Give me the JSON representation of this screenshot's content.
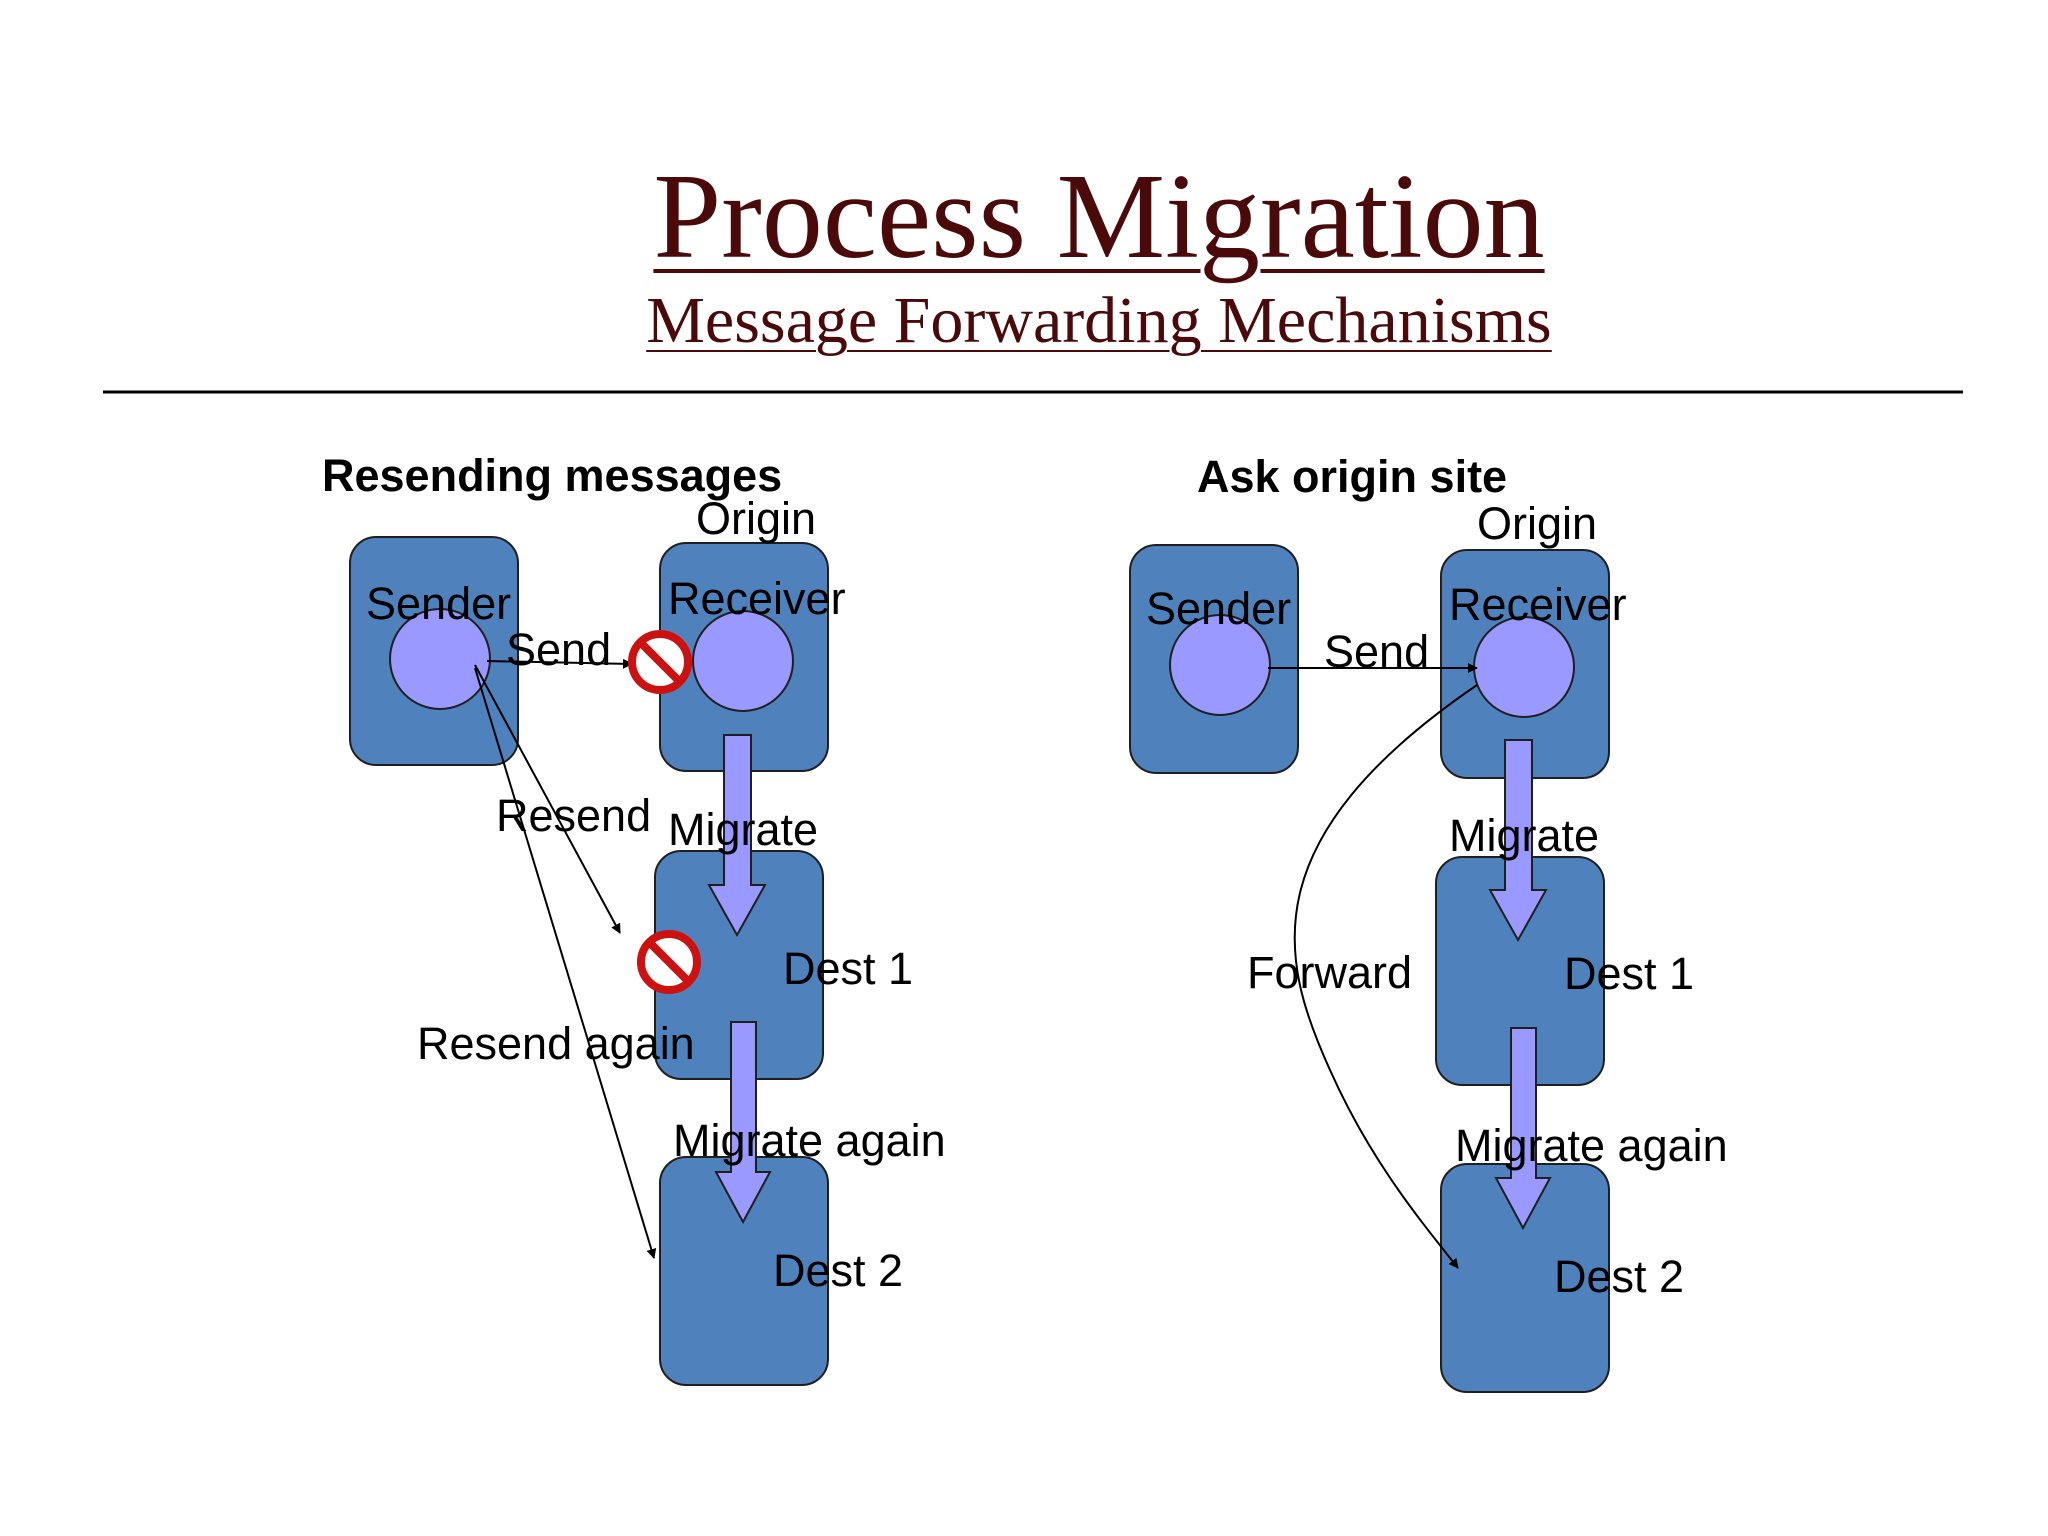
{
  "slide": {
    "title": "Process Migration",
    "subtitle": "Message Forwarding Mechanisms"
  },
  "colors": {
    "title": "#4a0a0a",
    "box_fill": "#4f81bd",
    "box_stroke": "#1f1f1f",
    "process_fill": "#9999ff",
    "no_symbol": "#cc1111"
  },
  "left_panel": {
    "heading": "Resending messages",
    "origin_label": "Origin",
    "sender_label": "Sender",
    "receiver_label": "Receiver",
    "send_label": "Send",
    "resend_label": "Resend",
    "migrate_label": "Migrate",
    "dest1_label": "Dest 1",
    "resend_again_label": "Resend again",
    "migrate_again_label": "Migrate again",
    "dest2_label": "Dest 2"
  },
  "right_panel": {
    "heading": "Ask origin site",
    "origin_label": "Origin",
    "sender_label": "Sender",
    "receiver_label": "Receiver",
    "send_label": "Send",
    "migrate_label": "Migrate",
    "forward_label": "Forward",
    "dest1_label": "Dest 1",
    "migrate_again_label": "Migrate again",
    "dest2_label": "Dest 2"
  }
}
